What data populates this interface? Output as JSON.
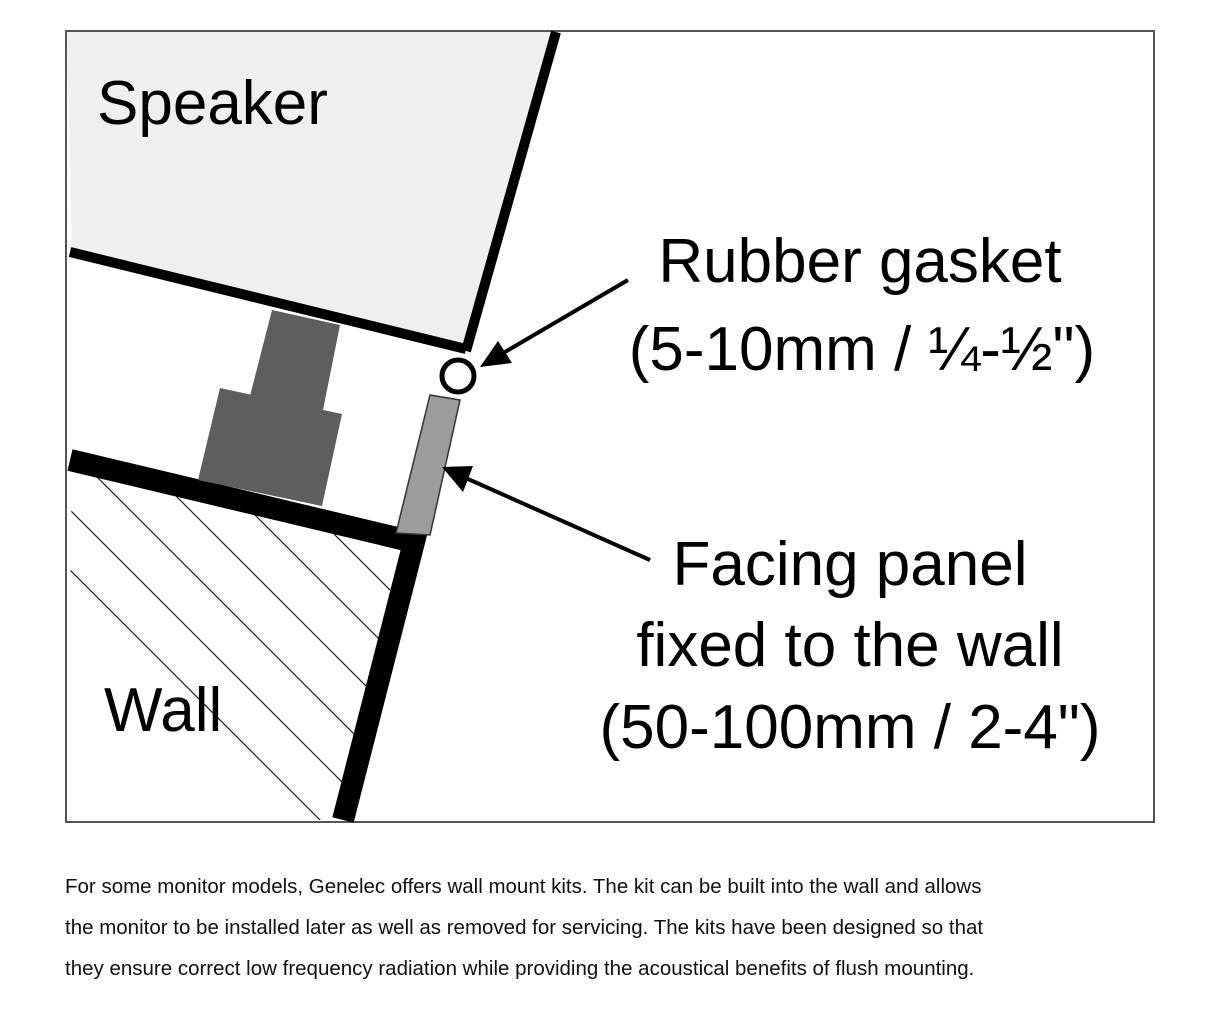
{
  "diagram": {
    "labels": {
      "speaker": "Speaker",
      "wall": "Wall",
      "gasket_line1": "Rubber gasket",
      "gasket_line2": "(5-10mm / ¼-½\")",
      "panel_line1": "Facing panel",
      "panel_line2": "fixed to the wall",
      "panel_line3": "(50-100mm / 2-4\")"
    },
    "colors": {
      "speaker_fill": "#efefef",
      "mount_fill": "#5e5e5e",
      "panel_fill": "#9c9c9c",
      "outline": "#000000"
    }
  },
  "caption": {
    "lines": [
      "For some monitor models, Genelec offers wall mount kits. The kit can be built into the wall and allows",
      "the monitor to be installed later as well as removed for servicing. The kits have been designed so that",
      "they ensure correct low frequency radiation while providing the acoustical benefits of flush mounting."
    ]
  }
}
